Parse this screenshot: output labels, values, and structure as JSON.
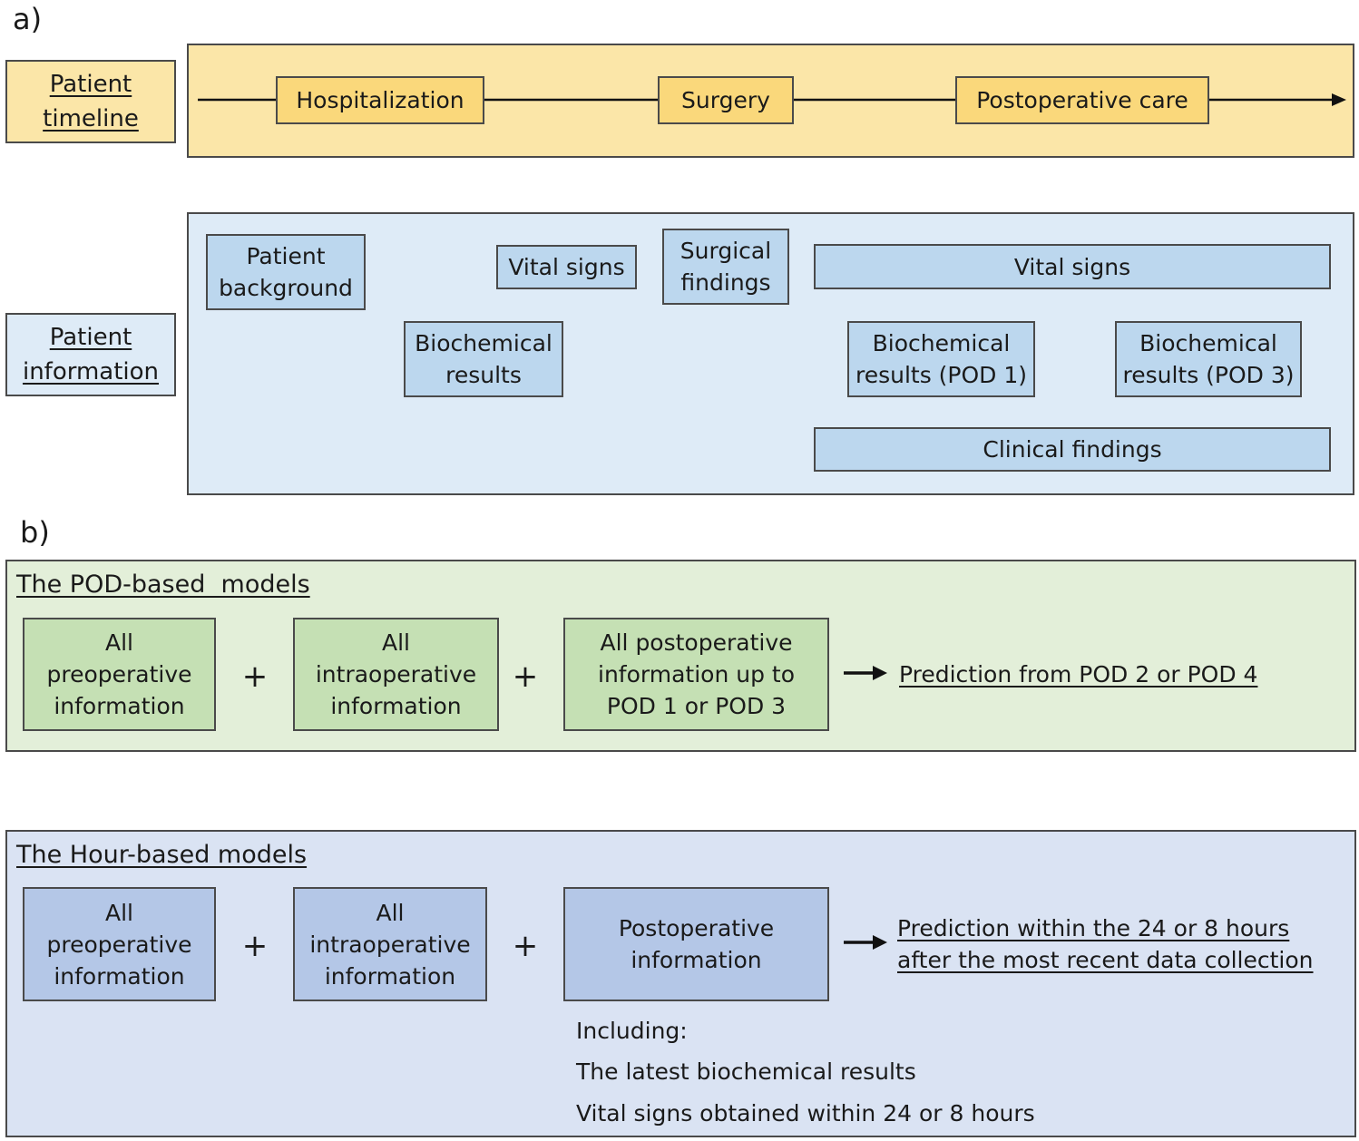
{
  "part_a": {
    "label": "a)",
    "timeline_label": "Patient\ntimeline",
    "timeline_stages": [
      "Hospitalization",
      "Surgery",
      "Postoperative care"
    ],
    "info_label": "Patient\ninformation",
    "info_boxes": {
      "patient_background": "Patient\nbackground",
      "vital_signs_pre": "Vital signs",
      "biochemical_pre": "Biochemical\nresults",
      "surgical_findings": "Surgical\nfindings",
      "vital_signs_post": "Vital signs",
      "biochemical_pod1": "Biochemical\nresults (POD 1)",
      "biochemical_pod3": "Biochemical\nresults (POD 3)",
      "clinical_findings": "Clinical findings"
    }
  },
  "part_b": {
    "label": "b)",
    "pod_models": {
      "title": "The POD-based  models",
      "box1": "All\npreoperative\ninformation",
      "box2": "All\nintraoperative\ninformation",
      "box3": "All postoperative\ninformation up to\nPOD 1 or POD 3",
      "plus": "+",
      "result": "Prediction from POD 2 or POD 4"
    },
    "hour_models": {
      "title": "The Hour-based models",
      "box1": "All\npreoperative\ninformation",
      "box2": "All\nintraoperative\ninformation",
      "box3": "Postoperative\ninformation",
      "plus": "+",
      "result_line1": "Prediction within the 24 or 8 hours",
      "result_line2": "after the most recent data collection",
      "including_label": "Including:",
      "including_items": [
        "The latest biochemical results",
        "Vital signs obtained within 24 or 8 hours"
      ]
    }
  },
  "colors": {
    "timeline_panel": "#fbe6a8",
    "timeline_box": "#fad87b",
    "info_panel": "#deebf7",
    "info_box": "#bcd7ee",
    "pod_panel": "#e3efd9",
    "pod_box": "#c5e0b4",
    "hour_panel": "#dae3f3",
    "hour_box": "#b4c7e7"
  }
}
